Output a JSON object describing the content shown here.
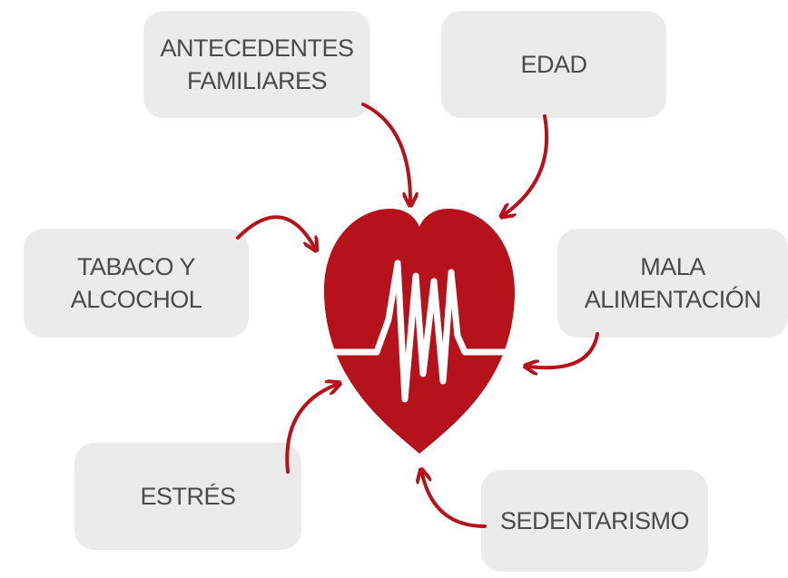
{
  "factors": [
    {
      "id": "antecedentes",
      "label": "ANTECEDENTES\nFAMILIARES"
    },
    {
      "id": "edad",
      "label": "EDAD"
    },
    {
      "id": "tabaco",
      "label": "TABACO Y\nALCOCHOL"
    },
    {
      "id": "mala",
      "label": "MALA\nALIMENTACIÓN"
    },
    {
      "id": "estres",
      "label": "ESTRÉS"
    },
    {
      "id": "sedentarismo",
      "label": "SEDENTARISMO"
    }
  ],
  "colors": {
    "heart": "#b5121b",
    "arrow": "#b5121b",
    "box": "#ebebeb",
    "text": "#4a4a4a",
    "pulse": "#ffffff"
  },
  "icons": {
    "center": "heart-pulse-icon",
    "connector": "curved-arrow-icon"
  }
}
